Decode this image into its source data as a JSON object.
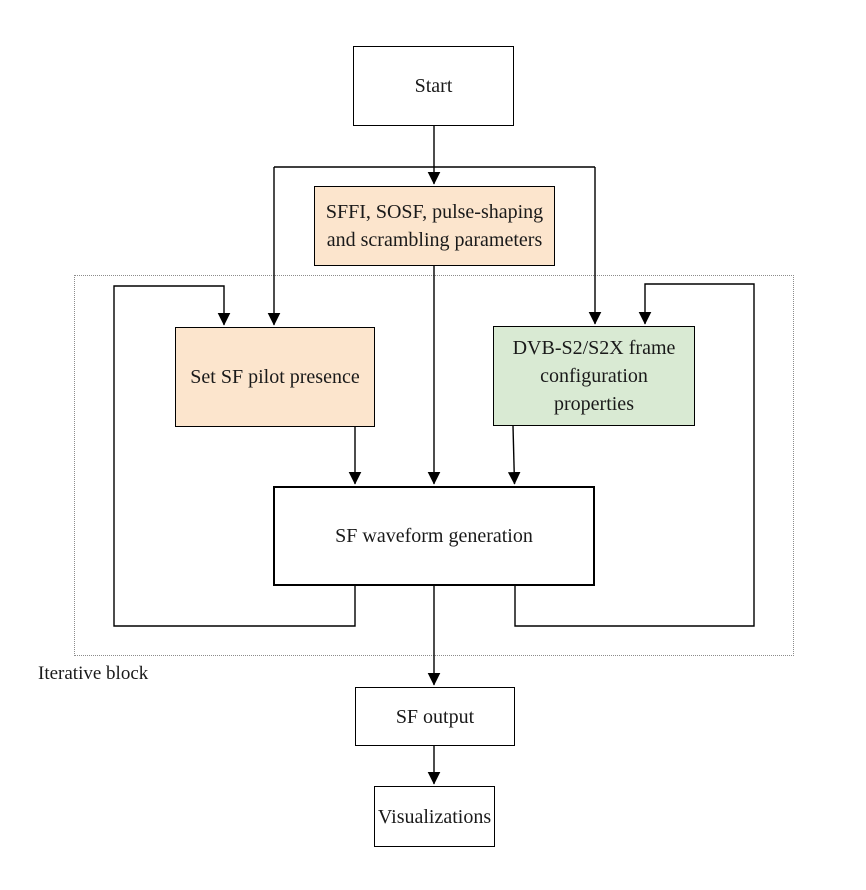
{
  "diagram": {
    "type": "flowchart",
    "nodes": {
      "start": {
        "label": "Start",
        "fill": "#ffffff"
      },
      "params": {
        "label": "SFFI, SOSF, pulse-shaping and scrambling parameters",
        "fill": "#fce5cd"
      },
      "pilot": {
        "label": "Set SF pilot presence",
        "fill": "#fce5cd"
      },
      "frame": {
        "label": "DVB-S2/S2X frame configuration properties",
        "fill": "#d9ead3"
      },
      "waveform": {
        "label": "SF waveform generation",
        "fill": "#ffffff"
      },
      "output": {
        "label": "SF output",
        "fill": "#ffffff"
      },
      "viz": {
        "label": "Visualizations",
        "fill": "#ffffff"
      }
    },
    "annotations": {
      "iterative_block_label": "Iterative block"
    },
    "edges": [
      {
        "from": "start",
        "to": "params",
        "type": "forward"
      },
      {
        "from": "start",
        "to": "pilot",
        "type": "forward"
      },
      {
        "from": "start",
        "to": "frame",
        "type": "forward"
      },
      {
        "from": "params",
        "to": "waveform",
        "type": "forward"
      },
      {
        "from": "pilot",
        "to": "waveform",
        "type": "forward"
      },
      {
        "from": "frame",
        "to": "waveform",
        "type": "forward"
      },
      {
        "from": "waveform",
        "to": "output",
        "type": "forward"
      },
      {
        "from": "output",
        "to": "viz",
        "type": "forward"
      },
      {
        "from": "waveform",
        "to": "pilot",
        "type": "feedback"
      },
      {
        "from": "waveform",
        "to": "frame",
        "type": "feedback"
      }
    ],
    "colors": {
      "line": "#000000",
      "dotted_border": "#8c8c8c",
      "peach_fill": "#fce5cd",
      "green_fill": "#d9ead3",
      "node_border": "#000000"
    }
  }
}
